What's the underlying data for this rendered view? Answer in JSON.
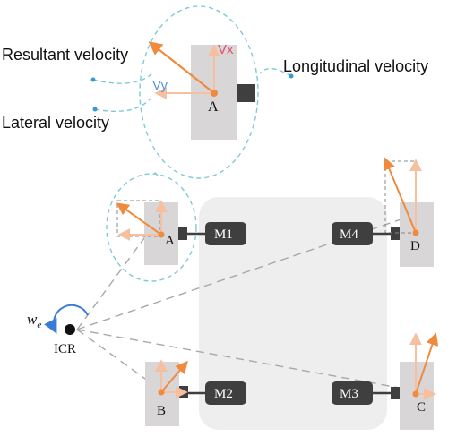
{
  "callouts": {
    "resultant": "Resultant velocity",
    "longitudinal": "Longitudinal velocity",
    "lateral": "Lateral velocity"
  },
  "zoom_wheel": {
    "label": "A",
    "vx": "Vx",
    "vy": "Vy"
  },
  "wheels": {
    "a": "A",
    "b": "B",
    "c": "C",
    "d": "D"
  },
  "motors": {
    "m1": "M1",
    "m2": "M2",
    "m3": "M3",
    "m4": "M4"
  },
  "icr": {
    "label": "ICR",
    "omega_symbol": "w",
    "omega_subscript": "e"
  },
  "colors": {
    "orange": "#f08a3c",
    "light_orange": "#f6bfa0",
    "vx_color": "#e0506a",
    "vy_color": "#5a9ad8",
    "dashed_teal": "#7ec9d6",
    "dashed_gray": "#a8a8a8",
    "wheel_gray": "#d9d6d8",
    "motor_dark": "#3f3f3f",
    "chassis": "#eeeeee",
    "icr_arc": "#3a7bd5"
  }
}
